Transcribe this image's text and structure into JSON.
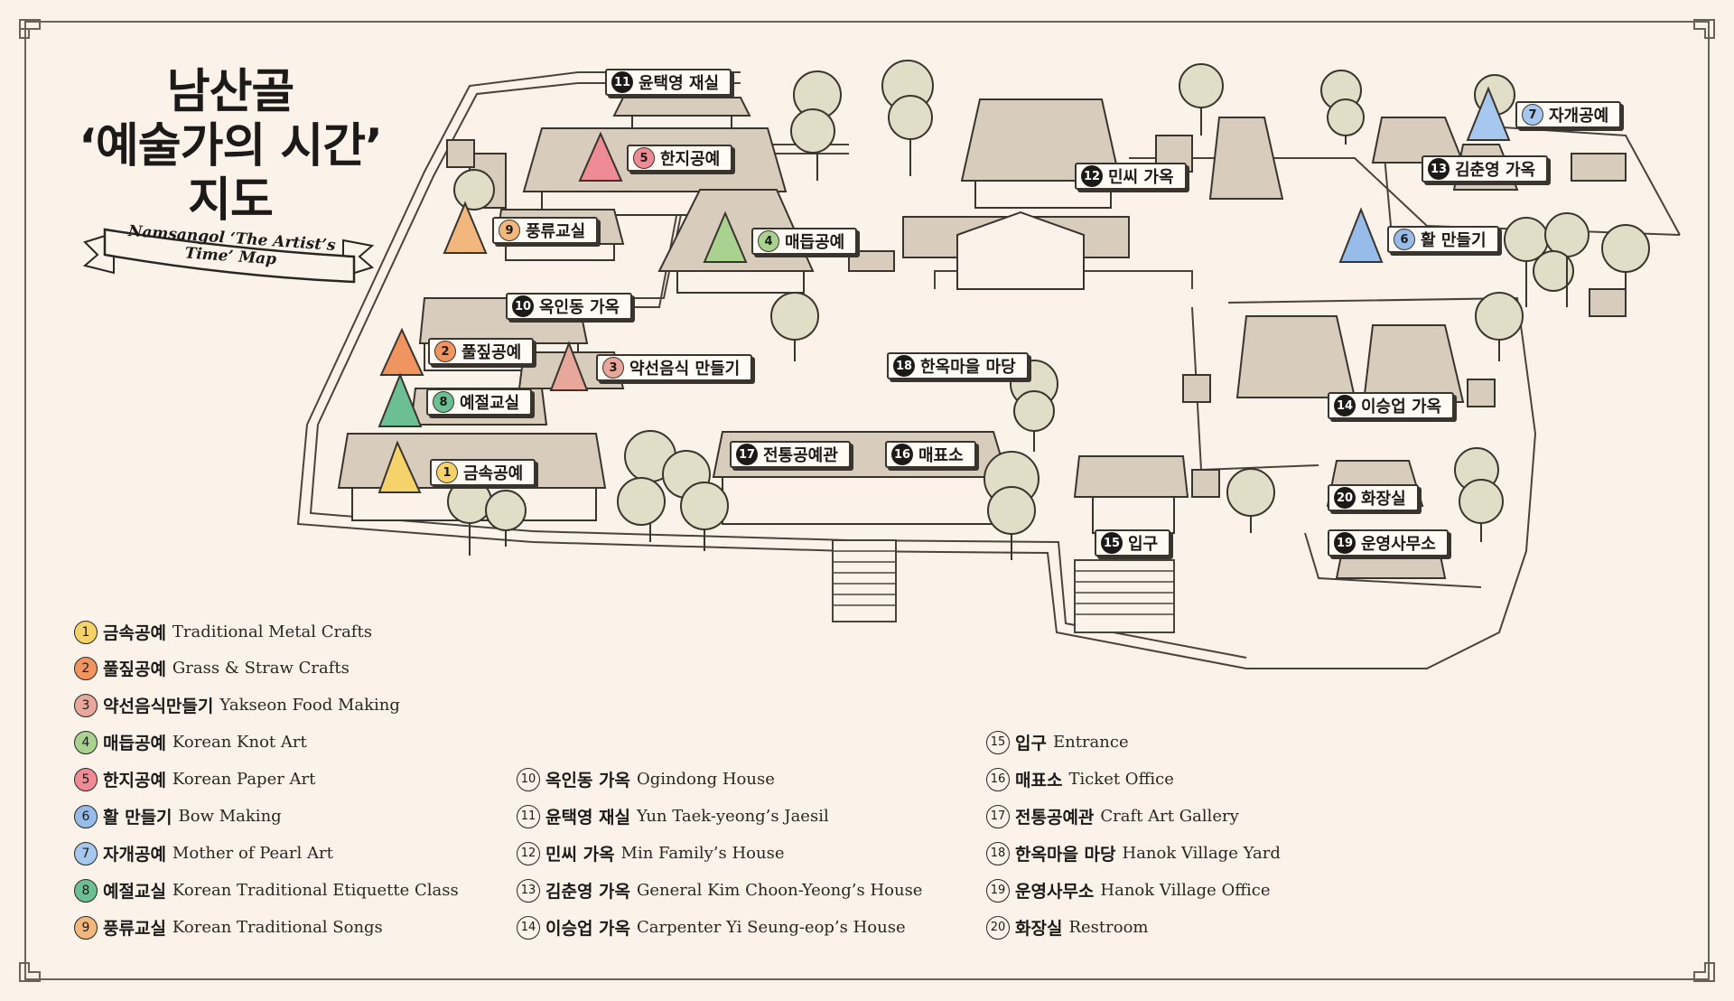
{
  "title": {
    "line1": "남산골",
    "line2": "‘예술가의 시간’",
    "line3": "지도",
    "subtitle": "Namsangol ‘The Artist’s Time’ Map"
  },
  "colors": {
    "background": "#fbf3ea",
    "line": "#3a342e",
    "roof": "#d8ccbd",
    "tree": "#e1ddc7",
    "metal": "#f6d36a",
    "straw": "#f09460",
    "food": "#e7a79a",
    "knot": "#a9d190",
    "paper": "#ee8b94",
    "bow": "#97bce9",
    "pearl": "#a7c8ee",
    "etiquette": "#6cbf92",
    "songs": "#f2b77c"
  },
  "map_labels": [
    {
      "id": "m1",
      "num": "1",
      "text": "금속공예",
      "style": "c1"
    },
    {
      "id": "m2",
      "num": "2",
      "text": "풀짚공예",
      "style": "c2"
    },
    {
      "id": "m3",
      "num": "3",
      "text": "약선음식 만들기",
      "style": "c3"
    },
    {
      "id": "m4",
      "num": "4",
      "text": "매듭공예",
      "style": "c4"
    },
    {
      "id": "m5",
      "num": "5",
      "text": "한지공예",
      "style": "c5"
    },
    {
      "id": "m6",
      "num": "6",
      "text": "활 만들기",
      "style": "c6"
    },
    {
      "id": "m7",
      "num": "7",
      "text": "자개공예",
      "style": "c7"
    },
    {
      "id": "m8",
      "num": "8",
      "text": "예절교실",
      "style": "c8"
    },
    {
      "id": "m9",
      "num": "9",
      "text": "풍류교실",
      "style": "c9"
    },
    {
      "id": "m10",
      "num": "10",
      "text": "옥인동 가옥",
      "style": "dark"
    },
    {
      "id": "m11",
      "num": "11",
      "text": "윤택영 재실",
      "style": "dark"
    },
    {
      "id": "m12",
      "num": "12",
      "text": "민씨 가옥",
      "style": "dark"
    },
    {
      "id": "m13",
      "num": "13",
      "text": "김춘영 가옥",
      "style": "dark"
    },
    {
      "id": "m14",
      "num": "14",
      "text": "이승업 가옥",
      "style": "dark"
    },
    {
      "id": "m15",
      "num": "15",
      "text": "입구",
      "style": "dark"
    },
    {
      "id": "m16",
      "num": "16",
      "text": "매표소",
      "style": "dark"
    },
    {
      "id": "m17",
      "num": "17",
      "text": "전통공예관",
      "style": "dark"
    },
    {
      "id": "m18",
      "num": "18",
      "text": "한옥마을 마당",
      "style": "dark"
    },
    {
      "id": "m19",
      "num": "19",
      "text": "운영사무소",
      "style": "dark"
    },
    {
      "id": "m20",
      "num": "20",
      "text": "화장실",
      "style": "dark"
    }
  ],
  "legend": [
    {
      "num": "1",
      "ko": "금속공예",
      "en": "Traditional Metal Crafts",
      "color": "#f6d36a"
    },
    {
      "num": "2",
      "ko": "풀짚공예",
      "en": "Grass & Straw Crafts",
      "color": "#f09460"
    },
    {
      "num": "3",
      "ko": "약선음식만들기",
      "en": "Yakseon Food Making",
      "color": "#e7a79a"
    },
    {
      "num": "4",
      "ko": "매듭공예",
      "en": "Korean Knot Art",
      "color": "#a9d190"
    },
    {
      "num": "5",
      "ko": "한지공예",
      "en": "Korean Paper Art",
      "color": "#ee8b94"
    },
    {
      "num": "6",
      "ko": "활 만들기",
      "en": "Bow Making",
      "color": "#97bce9"
    },
    {
      "num": "7",
      "ko": "자개공예",
      "en": "Mother of Pearl Art",
      "color": "#a7c8ee"
    },
    {
      "num": "8",
      "ko": "예절교실",
      "en": "Korean Traditional Etiquette Class",
      "color": "#6cbf92"
    },
    {
      "num": "9",
      "ko": "풍류교실",
      "en": "Korean Traditional Songs",
      "color": "#f2b77c"
    },
    {
      "num": "10",
      "ko": "옥인동 가옥",
      "en": "Ogindong House",
      "color": ""
    },
    {
      "num": "11",
      "ko": "윤택영 재실",
      "en": "Yun Taek-yeong’s Jaesil",
      "color": ""
    },
    {
      "num": "12",
      "ko": "민씨 가옥",
      "en": "Min Family’s House",
      "color": ""
    },
    {
      "num": "13",
      "ko": "김춘영 가옥",
      "en": "General Kim Choon-Yeong’s House",
      "color": ""
    },
    {
      "num": "14",
      "ko": "이승업 가옥",
      "en": "Carpenter Yi Seung-eop’s House",
      "color": ""
    },
    {
      "num": "15",
      "ko": "입구",
      "en": "Entrance",
      "color": ""
    },
    {
      "num": "16",
      "ko": "매표소",
      "en": "Ticket Office",
      "color": ""
    },
    {
      "num": "17",
      "ko": "전통공예관",
      "en": "Craft Art Gallery",
      "color": ""
    },
    {
      "num": "18",
      "ko": "한옥마을 마당",
      "en": "Hanok Village Yard",
      "color": ""
    },
    {
      "num": "19",
      "ko": "운영사무소",
      "en": "Hanok Village Office",
      "color": ""
    },
    {
      "num": "20",
      "ko": "화장실",
      "en": "Restroom",
      "color": ""
    }
  ]
}
